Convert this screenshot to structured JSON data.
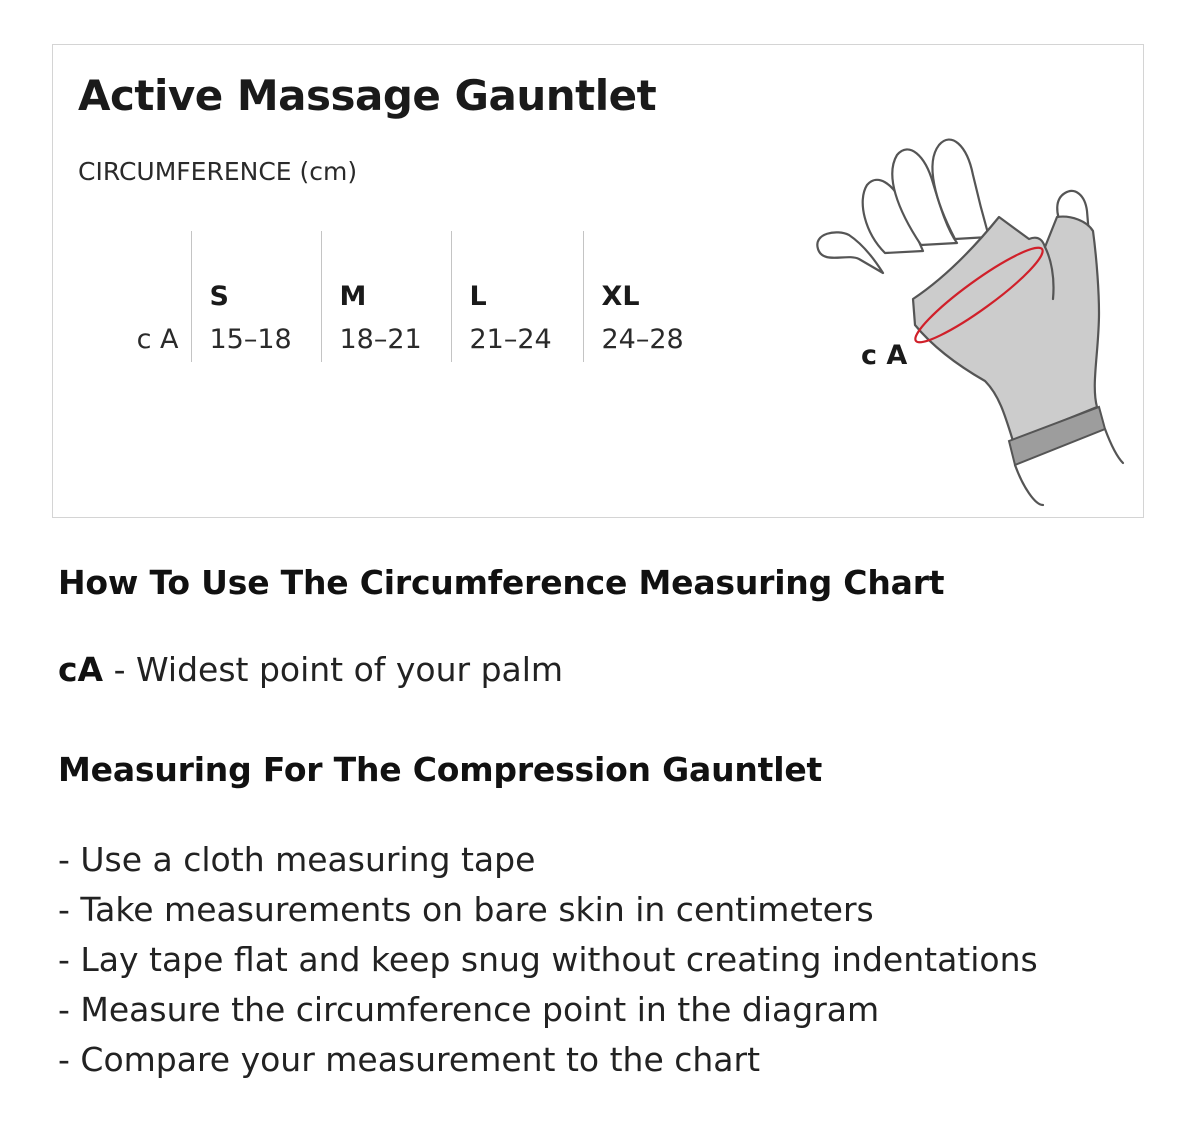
{
  "chart": {
    "title": "Active Massage Gauntlet",
    "unit_label": "CIRCUMFERENCE (cm)",
    "sizes": [
      "S",
      "M",
      "L",
      "XL"
    ],
    "rows": [
      {
        "label": "c A",
        "values": [
          "15–18",
          "18–21",
          "21–24",
          "24–28"
        ]
      }
    ]
  },
  "diagram": {
    "icon": "gauntlet-hand-icon",
    "label": "c A",
    "glove_color": "#cccccc",
    "cuff_color": "#9d9d9d",
    "outline_color": "#555555",
    "marker_color": "#d0202a"
  },
  "usage": {
    "heading": "How To Use The Circumference Measuring Chart",
    "legend_key": "cA",
    "legend_text": " - Widest point of your palm"
  },
  "measuring": {
    "heading": "Measuring For The Compression Gauntlet",
    "steps": [
      "- Use a cloth measuring tape",
      "- Take measurements on bare skin in centimeters",
      "- Lay tape flat and keep snug without creating indentations",
      "- Measure the circumference point in the diagram",
      "- Compare your measurement to the chart"
    ]
  }
}
